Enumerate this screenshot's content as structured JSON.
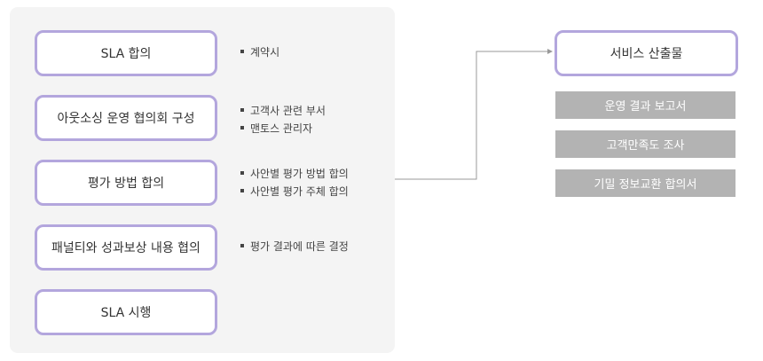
{
  "steps": [
    {
      "label": "SLA 합의",
      "notes": [
        "계약시"
      ]
    },
    {
      "label": "아웃소싱 운영 협의회 구성",
      "notes": [
        "고객사 관련 부서",
        "맨토스 관리자"
      ]
    },
    {
      "label": "평가 방법 합의",
      "notes": [
        "사안별 평가 방법 합의",
        "사안별 평가 주체 합의"
      ]
    },
    {
      "label": "패널티와 성과보상 내용 협의",
      "notes": [
        "평가 결과에 따른 결정"
      ]
    },
    {
      "label": "SLA 시행",
      "notes": []
    }
  ],
  "output": {
    "title": "서비스 산출물",
    "items": [
      "운영 결과 보고서",
      "고객만족도 조사",
      "기밀 정보교환 합의서"
    ]
  },
  "colors": {
    "border": "#b3a6dd",
    "panel": "#f4f4f4",
    "output_item": "#b3b3b3"
  }
}
